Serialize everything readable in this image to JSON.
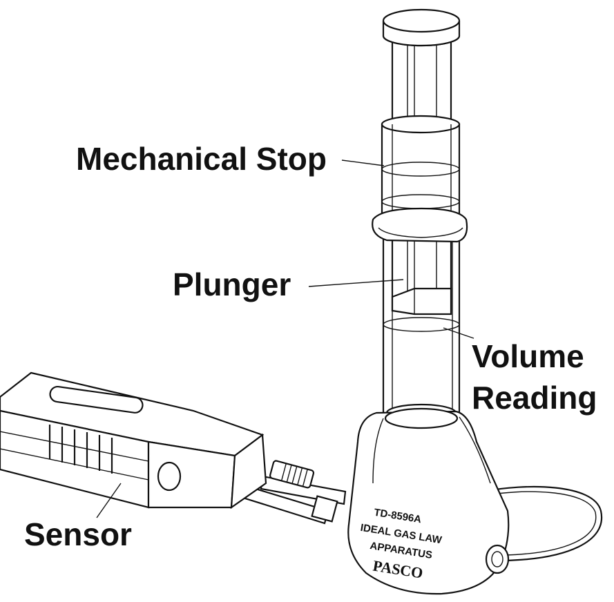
{
  "labels": {
    "mechanical_stop": "Mechanical Stop",
    "plunger": "Plunger",
    "volume_line1": "Volume",
    "volume_line2": "Reading",
    "sensor": "Sensor"
  },
  "apparatus_text": {
    "model": "TD-8596A",
    "line1": "IDEAL GAS LAW",
    "line2": "APPARATUS",
    "brand": "PASCO"
  },
  "colors": {
    "ink": "#111111",
    "background": "#ffffff"
  }
}
